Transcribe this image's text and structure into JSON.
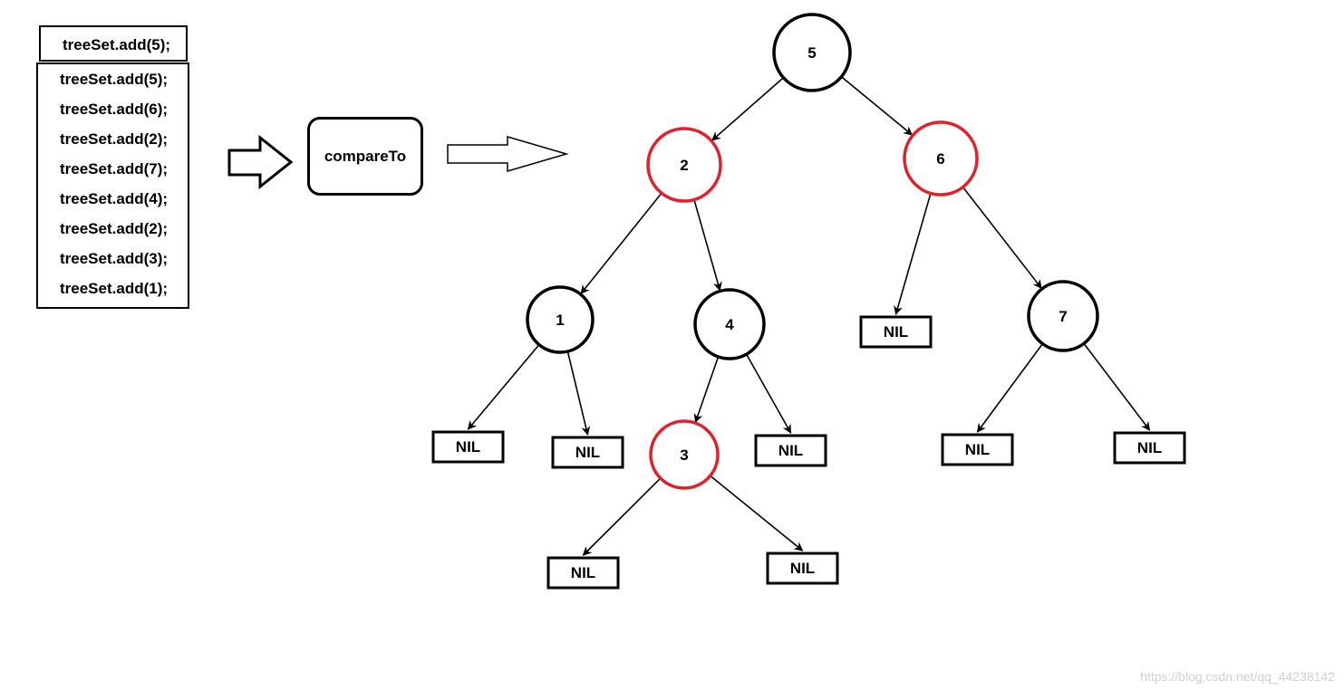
{
  "code": {
    "first": "treeSet.add(5);",
    "lines": [
      "treeSet.add(5);",
      "treeSet.add(6);",
      "treeSet.add(2);",
      "treeSet.add(7);",
      "treeSet.add(4);",
      "treeSet.add(2);",
      "treeSet.add(3);",
      "treeSet.add(1);"
    ]
  },
  "comparator": {
    "label": "compareTo"
  },
  "tree": {
    "colors": {
      "black": "#000000",
      "red": "#e0202a"
    },
    "nil_label": "NIL",
    "nodes": [
      {
        "id": "n5",
        "label": "5",
        "color": "black"
      },
      {
        "id": "n2",
        "label": "2",
        "color": "red"
      },
      {
        "id": "n6",
        "label": "6",
        "color": "red"
      },
      {
        "id": "n1",
        "label": "1",
        "color": "black"
      },
      {
        "id": "n4",
        "label": "4",
        "color": "black"
      },
      {
        "id": "n7",
        "label": "7",
        "color": "black"
      },
      {
        "id": "n3",
        "label": "3",
        "color": "red"
      }
    ],
    "edges": [
      {
        "from": "n5",
        "to": "n2"
      },
      {
        "from": "n5",
        "to": "n6"
      },
      {
        "from": "n2",
        "to": "n1"
      },
      {
        "from": "n2",
        "to": "n4"
      },
      {
        "from": "n6",
        "to": "nil6l"
      },
      {
        "from": "n6",
        "to": "n7"
      },
      {
        "from": "n1",
        "to": "nil1l"
      },
      {
        "from": "n1",
        "to": "nil1r"
      },
      {
        "from": "n4",
        "to": "n3"
      },
      {
        "from": "n4",
        "to": "nil4r"
      },
      {
        "from": "n7",
        "to": "nil7l"
      },
      {
        "from": "n7",
        "to": "nil7r"
      },
      {
        "from": "n3",
        "to": "nil3l"
      },
      {
        "from": "n3",
        "to": "nil3r"
      }
    ]
  },
  "watermark": "https://blog.csdn.net/qq_44238142"
}
